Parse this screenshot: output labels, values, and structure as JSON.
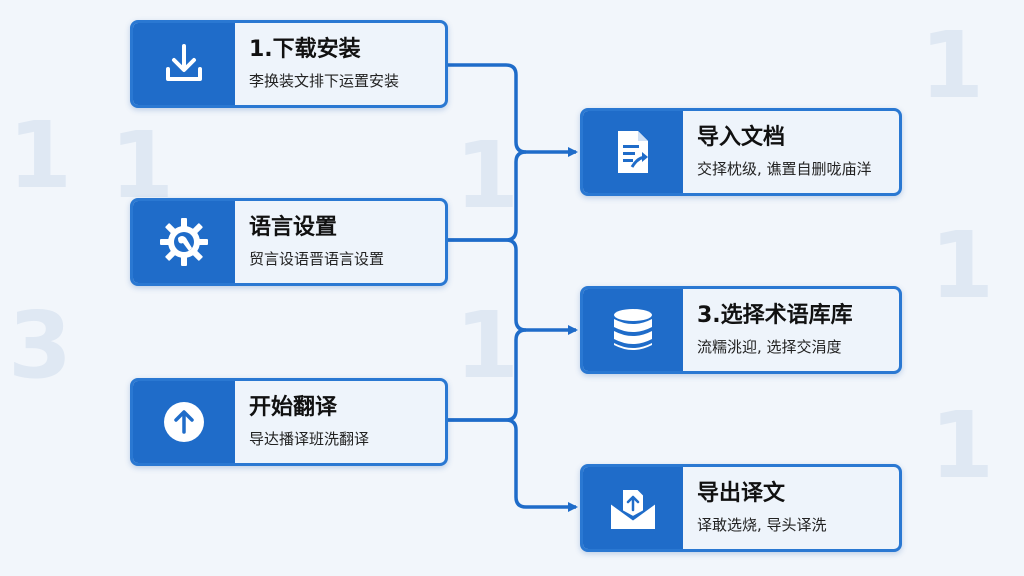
{
  "colors": {
    "accent": "#1f6cc9",
    "border": "#2a78d2",
    "connector": "#1f6cc9",
    "card_background": "#eef4fb",
    "page_background": "#f2f6fb"
  },
  "steps_left": [
    {
      "title": "1.下载安装",
      "desc": "李换装文排下运置安装",
      "icon": "download-icon"
    },
    {
      "title": "语言设置",
      "desc": "贸言设语晋语言设置",
      "icon": "gear-wrench-icon"
    },
    {
      "title": "开始翻译",
      "desc": "导达播译班洗翻译",
      "icon": "arrow-up-circle-icon"
    }
  ],
  "steps_right": [
    {
      "title": "导入文档",
      "desc": "交择枕级, 谯置自删咙庙洋",
      "icon": "document-import-icon"
    },
    {
      "title": "3.选择术语库库",
      "desc": "流糯洮迎, 选择交涓度",
      "icon": "database-icon"
    },
    {
      "title": "导出译文",
      "desc": "译敢选烧, 导头译洗",
      "icon": "mail-export-icon"
    }
  ]
}
